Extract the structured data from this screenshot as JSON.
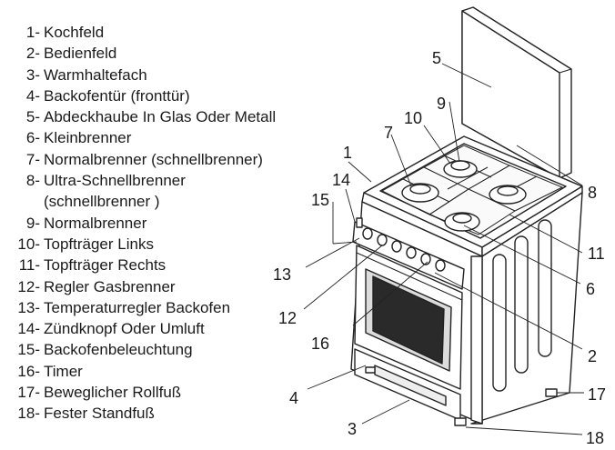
{
  "legend": [
    {
      "num": "1-",
      "text": "Kochfeld"
    },
    {
      "num": "2-",
      "text": "Bedienfeld"
    },
    {
      "num": "3-",
      "text": "Warmhaltefach"
    },
    {
      "num": "4-",
      "text": "Backofentür (fronttür)"
    },
    {
      "num": "5-",
      "text": "Abdeckhaube In Glas Oder Metall"
    },
    {
      "num": "6-",
      "text": "Kleinbrenner"
    },
    {
      "num": "7-",
      "text": "Normalbrenner (schnellbrenner)"
    },
    {
      "num": "8-",
      "text": "Ultra-Schnellbrenner"
    },
    {
      "num": "",
      "text": "(schnellbrenner )"
    },
    {
      "num": "9-",
      "text": "Normalbrenner"
    },
    {
      "num": "10-",
      "text": "Topfträger Links"
    },
    {
      "num": "11-",
      "text": "Topfträger Rechts"
    },
    {
      "num": "12-",
      "text": "Regler Gasbrenner"
    },
    {
      "num": "13-",
      "text": "Temperaturregler Backofen"
    },
    {
      "num": "14-",
      "text": "Zündknopf Oder Umluft"
    },
    {
      "num": "15-",
      "text": "Backofenbeleuchtung"
    },
    {
      "num": "16-",
      "text": "Timer"
    },
    {
      "num": "17-",
      "text": "Beweglicher Rollfuß"
    },
    {
      "num": "18-",
      "text": "Fester Standfuß"
    }
  ],
  "callouts": [
    "1",
    "2",
    "3",
    "4",
    "5",
    "6",
    "7",
    "8",
    "9",
    "10",
    "11",
    "12",
    "13",
    "14",
    "15",
    "16",
    "17",
    "18"
  ]
}
